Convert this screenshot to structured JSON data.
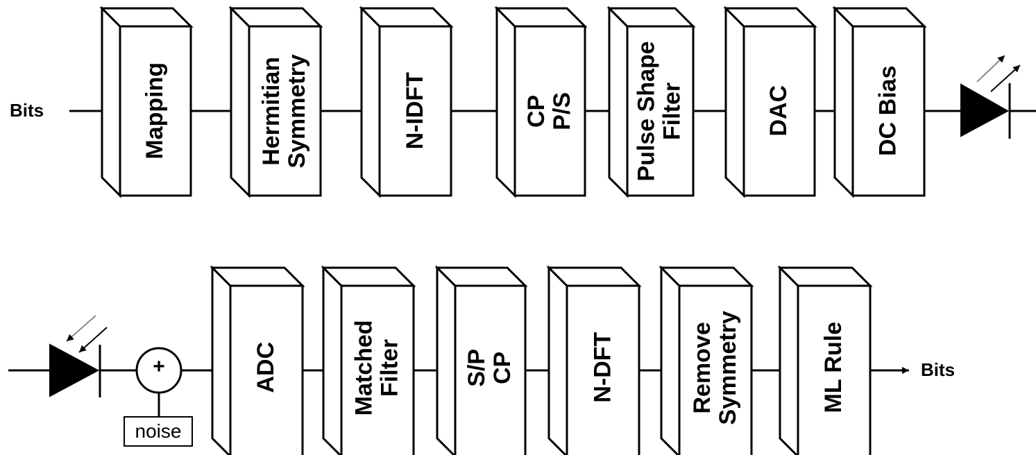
{
  "transmitter": {
    "input_label": "Bits",
    "blocks": [
      {
        "lines": [
          "Mapping"
        ]
      },
      {
        "lines": [
          "Hermitian",
          "Symmetry"
        ]
      },
      {
        "lines": [
          "N-IDFT"
        ]
      },
      {
        "lines": [
          "CP",
          "P/S"
        ]
      },
      {
        "lines": [
          "Pulse Shape",
          "Filter"
        ]
      },
      {
        "lines": [
          "DAC"
        ]
      },
      {
        "lines": [
          "DC Bias"
        ]
      }
    ],
    "emitter_icon": "led-icon"
  },
  "receiver": {
    "detector_icon": "photodiode-icon",
    "adder_symbol": "+",
    "noise_label": "noise",
    "blocks": [
      {
        "lines": [
          "ADC"
        ]
      },
      {
        "lines": [
          "Matched",
          "Filter"
        ]
      },
      {
        "lines": [
          "S/P",
          "CP"
        ]
      },
      {
        "lines": [
          "N-DFT"
        ]
      },
      {
        "lines": [
          "Remove",
          "Symmetry"
        ]
      },
      {
        "lines": [
          "ML Rule"
        ]
      }
    ],
    "output_label": "Bits"
  },
  "colors": {
    "stroke": "#000000",
    "background": "#ffffff"
  }
}
